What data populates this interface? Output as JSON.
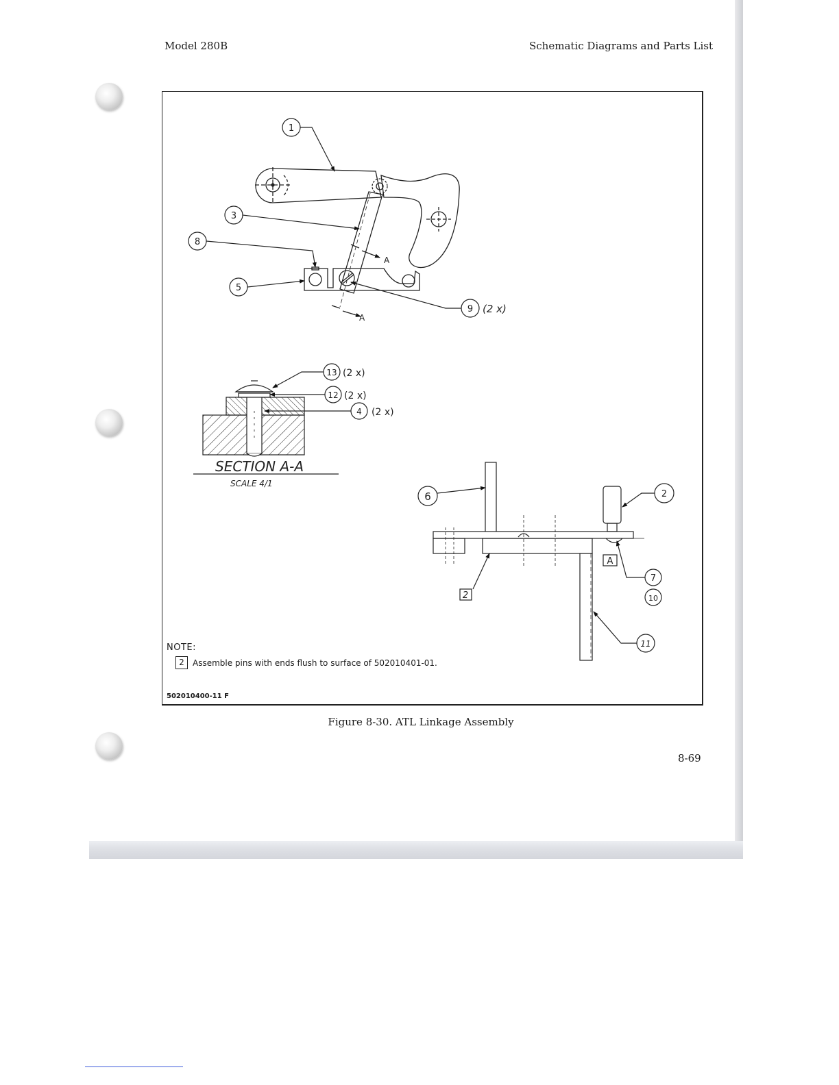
{
  "header": {
    "left": "Model 280B",
    "right": "Schematic Diagrams and Parts List"
  },
  "drawing": {
    "callouts": {
      "c1": "1",
      "c2": "2",
      "c3": "3",
      "c4": "4",
      "c5": "5",
      "c6": "6",
      "c7": "7",
      "c8": "8",
      "c9": "9",
      "c10": "10",
      "c11": "11",
      "c12": "12",
      "c13": "13"
    },
    "qty_2x": "(2 x)",
    "section_marker": "A",
    "section_title": "SECTION A-A",
    "section_scale": "SCALE 4/1",
    "flag_note": "2",
    "flag_a": "A"
  },
  "note": {
    "title": "NOTE:",
    "flag": "2",
    "text": "Assemble pins with ends flush to surface of 502010401-01."
  },
  "drawing_number": "502010400-11 F",
  "caption": "Figure 8-30.  ATL Linkage Assembly",
  "page_number": "8-69"
}
